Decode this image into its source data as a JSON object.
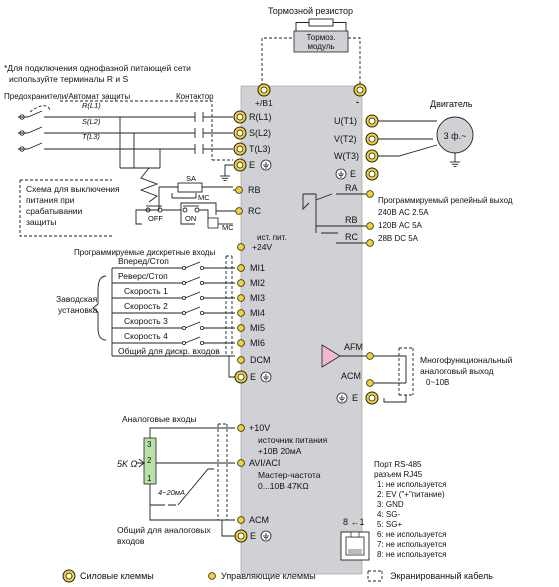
{
  "brake": {
    "resistor_label": "Тормозной резистор",
    "module_line1": "Тормоз.",
    "module_line2": "модуль"
  },
  "note": {
    "line1": "*Для подключения однофазной питающей сети",
    "line2": "используйте терминалы R и S"
  },
  "fuses_label": "Предохранители/Автомат защиты",
  "contactor_label": "Контактор",
  "phase_labels": [
    "R(L1)",
    "S(L2)",
    "T(L3)"
  ],
  "protection": {
    "line1": "Схема для выключения",
    "line2": "питания при",
    "line3": "срабатывании",
    "line4": "защиты",
    "sa": "SA",
    "mc": "MC",
    "off": "OFF",
    "on": "ON"
  },
  "power_terminals": {
    "pb1": "+/B1",
    "minus": "-",
    "r": "R(L1)",
    "s": "S(L2)",
    "t": "T(L3)",
    "e": "E"
  },
  "motor": {
    "label": "Двигатель",
    "phase": "3 ф.~"
  },
  "output_terminals": {
    "u": "U(T1)",
    "v": "V(T2)",
    "w": "W(T3)",
    "e": "E"
  },
  "relay": {
    "ra": "RA",
    "rb": "RB",
    "rc": "RC",
    "title": "Программируемый релейный выход",
    "spec1": "240В АС 2.5А",
    "spec2": "120В АС 5А",
    "spec3": "28В DC   5А"
  },
  "rb_rc": {
    "rb": "RB",
    "rc": "RC"
  },
  "supply": {
    "line1": "ист. пит.",
    "line2": "+24V"
  },
  "di_title": "Программируемые дискретные входы",
  "factory": {
    "line1": "Заводская",
    "line2": "установка"
  },
  "di_inputs": [
    {
      "label": "Вперед/Стоп",
      "terminal": "MI1"
    },
    {
      "label": "Реверс/Стоп",
      "terminal": "MI2"
    },
    {
      "label": "Скорость 1",
      "terminal": "MI3"
    },
    {
      "label": "Скорость 2",
      "terminal": "MI4"
    },
    {
      "label": "Скорость 3",
      "terminal": "MI5"
    },
    {
      "label": "Скорость 4",
      "terminal": "MI6"
    }
  ],
  "di_common": "Общий для дискр. входов",
  "dcm": "DCM",
  "e_label": "E",
  "afm": {
    "terminal": "AFM",
    "acm": "ACM",
    "line1": "Многофункциональный",
    "line2": "аналоговый выход",
    "line3": "0~10В"
  },
  "analog": {
    "title": "Анaлоговые входы",
    "v10": "+10V",
    "v10_desc1": "источник питания",
    "v10_desc2": "+10В 20мА",
    "avi": "AVI/ACI",
    "avi_desc1": "Мастер-частота",
    "avi_desc2": "0...10В 47KΩ",
    "pot": "5K Ω",
    "pin3": "3",
    "pin2": "2",
    "pin1": "1",
    "current": "4~20мА",
    "acm": "ACM",
    "common1": "Общий для аналоговых",
    "common2": "входов"
  },
  "rs485": {
    "line1": "Порт RS-485",
    "line2": "разъем RJ45",
    "pins": [
      "1: не используется",
      "2: EV (\"+\"питание)",
      "3: GND",
      "4: SG-",
      "5: SG+",
      "6: не используется",
      "7: не используется",
      "8: не используется"
    ],
    "pin_label": "8 ←1"
  },
  "legend": {
    "power": "Силовые клеммы",
    "control": "Управляющие клеммы",
    "shield": "Экранированный кабель"
  }
}
